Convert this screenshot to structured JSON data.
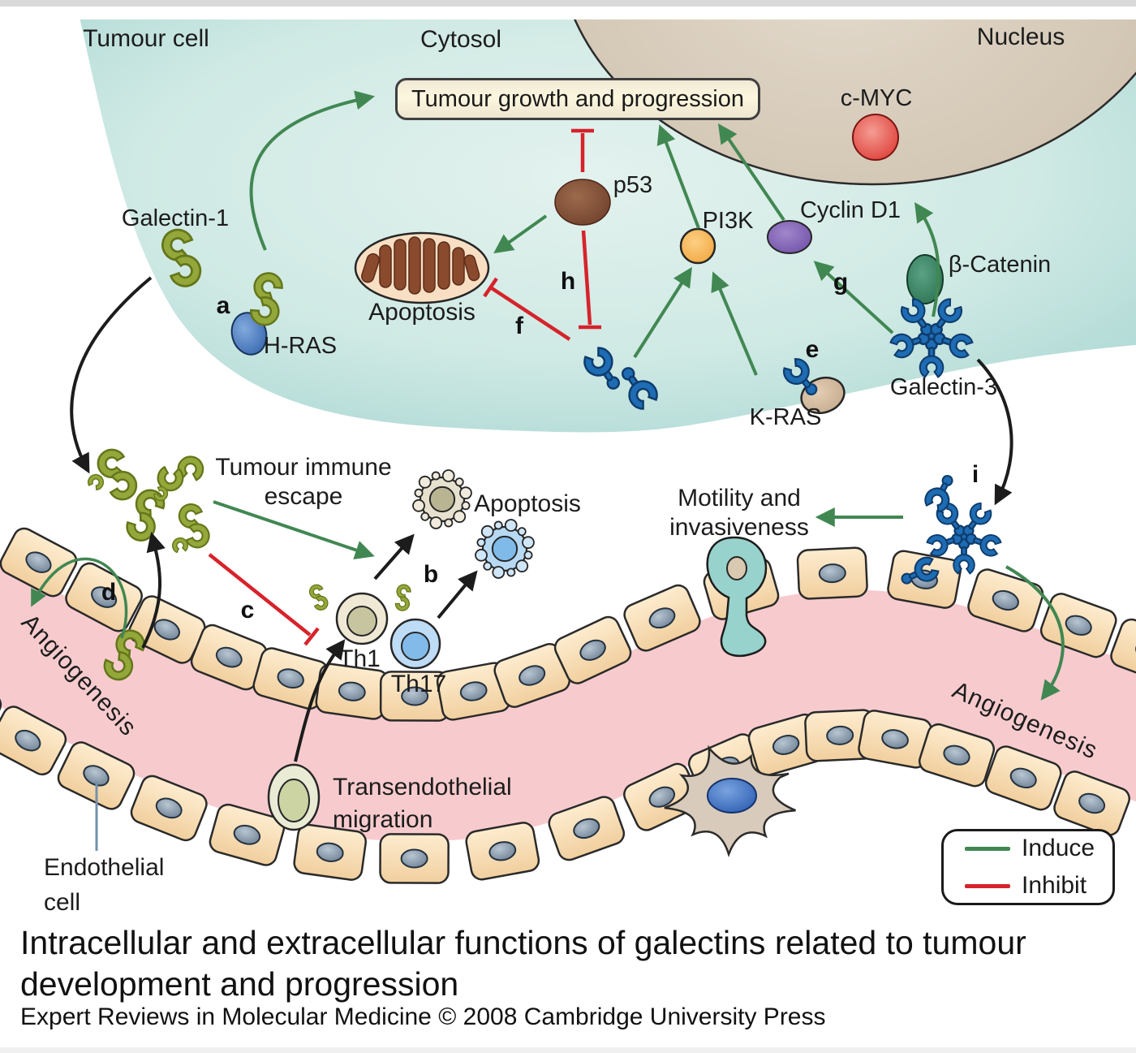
{
  "regions": {
    "tumour_cell": "Tumour cell",
    "cytosol": "Cytosol",
    "nucleus": "Nucleus"
  },
  "outcome_box": {
    "label": "Tumour growth and progression"
  },
  "molecules": {
    "c_myc": "c-MYC",
    "p53": "p53",
    "pi3k": "PI3K",
    "cyclin_d1": "Cyclin D1",
    "beta_catenin": "β-Catenin",
    "galectin_1": "Galectin-1",
    "h_ras": "H-RAS",
    "k_ras": "K-RAS",
    "galectin_3": "Galectin-3"
  },
  "processes": {
    "apoptosis_top": "Apoptosis",
    "apoptosis_bottom": "Apoptosis",
    "immune_line1": "Tumour immune",
    "immune_line2": "escape",
    "motility_line1": "Motility and",
    "motility_line2": "invasiveness",
    "th1": "Th1",
    "th17": "Th17",
    "trans_line1": "Transendothelial",
    "trans_line2": "migration",
    "endo_line1": "Endothelial",
    "endo_line2": "cell",
    "angiogenesis_left": "Angiogenesis",
    "angiogenesis_right": "Angiogenesis"
  },
  "step_letters": {
    "a": "a",
    "b": "b",
    "c": "c",
    "d": "d",
    "e": "e",
    "f": "f",
    "g": "g",
    "h": "h",
    "i": "i"
  },
  "legend": {
    "induce": "Induce",
    "inhibit": "Inhibit",
    "induce_color": "#418752",
    "inhibit_color": "#d6232b"
  },
  "caption": {
    "line1": "Intracellular and extracellular functions of galectins related to tumour",
    "line2": "development and progression",
    "credit": "Expert Reviews in Molecular Medicine © 2008 Cambridge University Press"
  },
  "colors": {
    "tumour_cell_teal": "#a6d6d2",
    "nucleus_tan": "#d3c7b5",
    "vessel_lumen_pink": "#f7cbce",
    "endothelial_peach": "#f8ddb9",
    "galectin1_green": "#93a73a",
    "galectin3_blue": "#1e6cb3",
    "induce_green": "#418752",
    "inhibit_red": "#d6232b"
  }
}
